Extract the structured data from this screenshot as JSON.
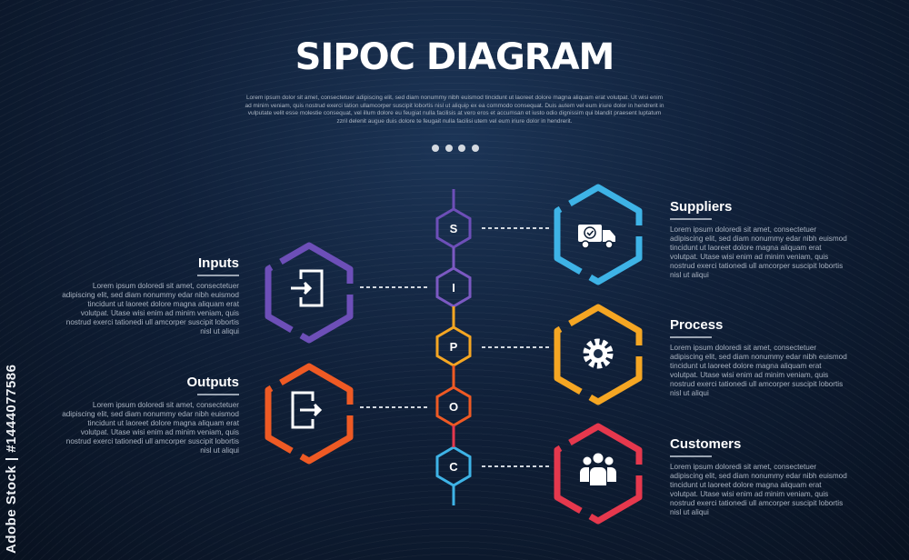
{
  "title": "SIPOC DIAGRAM",
  "subtitle": "Lorem ipsum dolor sit amet, consectetuer adipiscing elit, sed diam nonummy nibh euismod tincidunt ut laoreet dolore magna aliquam erat volutpat. Ut wisi enim ad minim veniam, quis nostrud exerci tation ullamcorper suscipit lobortis nisl ut aliquip ex ea commodo consequat. Duis autem vel eum iriure dolor in hendrerit in vulputate velit esse molestie consequat, vel illum dolore eu feugiat nulla facilisis at vero eros et accumsan et iusto odio dignissim qui blandit praesent luptatum zzril delenit augue duis dolore te feugait nulla facilisi utem vel eum iriure dolor in hendrerit.",
  "pagination_dots": 4,
  "letters": [
    "S",
    "I",
    "P",
    "O",
    "C"
  ],
  "items": {
    "suppliers": {
      "title": "Suppliers",
      "text": "Lorem ipsum doloredi sit amet, consectetuer adipiscing elit, sed diam nonummy edar nibh euismod tincidunt ut laoreet dolore magna aliquam erat volutpat. Utase wisi enim ad minim veniam, quis nostrud exerci tationedi ull amcorper suscipit lobortis nisl ut aliqui",
      "icon": "truck-icon",
      "color": "#3eb3e6"
    },
    "inputs": {
      "title": "Inputs",
      "text": "Lorem ipsum doloredi sit amet, consectetuer adipiscing elit, sed diam nonummy edar nibh euismod tincidunt ut laoreet dolore magna aliquam erat volutpat. Utase wisi enim ad minim veniam, quis nostrud exerci tationedi ull amcorper suscipit lobortis nisl ut aliqui",
      "icon": "login-icon",
      "color": "#6d4fb8"
    },
    "process": {
      "title": "Process",
      "text": "Lorem ipsum doloredi sit amet, consectetuer adipiscing elit, sed diam nonummy edar nibh euismod tincidunt ut laoreet dolore magna aliquam erat volutpat. Utase wisi enim ad minim veniam, quis nostrud exerci tationedi ull amcorper suscipit lobortis nisl ut aliqui",
      "icon": "gear-icon",
      "color": "#f5a623"
    },
    "outputs": {
      "title": "Outputs",
      "text": "Lorem ipsum doloredi sit amet, consectetuer adipiscing elit, sed diam nonummy edar nibh euismod tincidunt ut laoreet dolore magna aliquam erat volutpat. Utase wisi enim ad minim veniam, quis nostrud exerci tationedi ull amcorper suscipit lobortis nisl ut aliqui",
      "icon": "logout-icon",
      "color": "#ee5a24"
    },
    "customers": {
      "title": "Customers",
      "text": "Lorem ipsum doloredi sit amet, consectetuer adipiscing elit, sed diam nonummy edar nibh euismod tincidunt ut laoreet dolore magna aliquam erat volutpat. Utase wisi enim ad minim veniam, quis nostrud exerci tationedi ull amcorper suscipit lobortis nisl ut aliqui",
      "icon": "people-icon",
      "color": "#e5384d"
    }
  },
  "chain_colors": [
    "#6d4fb8",
    "#7b59c2",
    "#f5a623",
    "#ee5a24",
    "#3eb3e6"
  ],
  "connector_color": "#d0d6de",
  "watermark": "Adobe Stock | #1444077586"
}
